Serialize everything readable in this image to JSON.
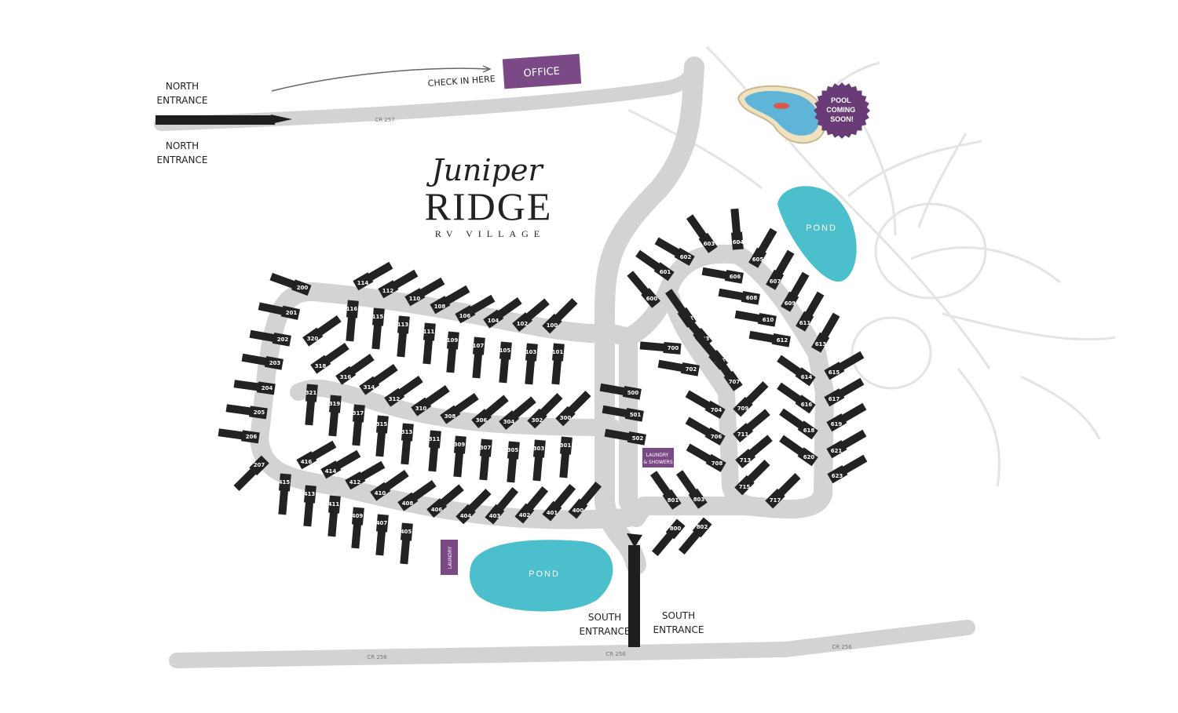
{
  "title": {
    "script": "Juniper",
    "main": "RIDGE",
    "sub": "RV VILLAGE"
  },
  "labels": {
    "north_entrance_1": [
      "NORTH",
      "ENTRANCE"
    ],
    "north_entrance_2": [
      "NORTH",
      "ENTRANCE"
    ],
    "south_entrance_1": [
      "SOUTH",
      "ENTRANCE"
    ],
    "south_entrance_2": [
      "SOUTH",
      "ENTRANCE"
    ],
    "check_in": "CHECK IN HERE",
    "office": "OFFICE",
    "pool_badge": [
      "POOL",
      "COMING",
      "SOON!"
    ],
    "pond_north": "POND",
    "pond_south": "POND",
    "laundry_showers": [
      "LAUNDRY",
      "& SHOWERS"
    ],
    "laundry": "LAUNDRY",
    "road_cr257": "CR 257",
    "road_cr256_a": "CR 256",
    "road_cr256_b": "CR 256",
    "road_cr256_c": "CR 256"
  },
  "colors": {
    "road": "#d3d3d3",
    "site": "#222222",
    "purple": "#7b4a86",
    "pond": "#4bbfcc",
    "badge": "#6a3c77",
    "text": "#222222",
    "olive": "#e6e6e6"
  },
  "sites": [
    {
      "n": "200"
    },
    {
      "n": "201"
    },
    {
      "n": "202"
    },
    {
      "n": "203"
    },
    {
      "n": "204"
    },
    {
      "n": "205"
    },
    {
      "n": "206"
    },
    {
      "n": "207"
    },
    {
      "n": "114"
    },
    {
      "n": "112"
    },
    {
      "n": "110"
    },
    {
      "n": "108"
    },
    {
      "n": "106"
    },
    {
      "n": "104"
    },
    {
      "n": "102"
    },
    {
      "n": "100"
    },
    {
      "n": "116"
    },
    {
      "n": "115"
    },
    {
      "n": "113"
    },
    {
      "n": "111"
    },
    {
      "n": "109"
    },
    {
      "n": "107"
    },
    {
      "n": "105"
    },
    {
      "n": "103"
    },
    {
      "n": "101"
    },
    {
      "n": "320"
    },
    {
      "n": "318"
    },
    {
      "n": "316"
    },
    {
      "n": "314"
    },
    {
      "n": "312"
    },
    {
      "n": "310"
    },
    {
      "n": "308"
    },
    {
      "n": "306"
    },
    {
      "n": "304"
    },
    {
      "n": "302"
    },
    {
      "n": "300"
    },
    {
      "n": "321"
    },
    {
      "n": "319"
    },
    {
      "n": "317"
    },
    {
      "n": "315"
    },
    {
      "n": "313"
    },
    {
      "n": "311"
    },
    {
      "n": "309"
    },
    {
      "n": "307"
    },
    {
      "n": "305"
    },
    {
      "n": "303"
    },
    {
      "n": "301"
    },
    {
      "n": "416"
    },
    {
      "n": "414"
    },
    {
      "n": "412"
    },
    {
      "n": "410"
    },
    {
      "n": "408"
    },
    {
      "n": "406"
    },
    {
      "n": "404"
    },
    {
      "n": "403"
    },
    {
      "n": "402"
    },
    {
      "n": "401"
    },
    {
      "n": "400"
    },
    {
      "n": "415"
    },
    {
      "n": "413"
    },
    {
      "n": "411"
    },
    {
      "n": "409"
    },
    {
      "n": "407"
    },
    {
      "n": "405"
    },
    {
      "n": "500"
    },
    {
      "n": "501"
    },
    {
      "n": "502"
    },
    {
      "n": "600"
    },
    {
      "n": "601"
    },
    {
      "n": "602"
    },
    {
      "n": "603"
    },
    {
      "n": "604"
    },
    {
      "n": "605"
    },
    {
      "n": "606"
    },
    {
      "n": "607"
    },
    {
      "n": "608"
    },
    {
      "n": "609"
    },
    {
      "n": "610"
    },
    {
      "n": "611"
    },
    {
      "n": "612"
    },
    {
      "n": "613"
    },
    {
      "n": "614"
    },
    {
      "n": "615"
    },
    {
      "n": "616"
    },
    {
      "n": "617"
    },
    {
      "n": "618"
    },
    {
      "n": "619"
    },
    {
      "n": "620"
    },
    {
      "n": "621"
    },
    {
      "n": "623"
    },
    {
      "n": "700"
    },
    {
      "n": "701"
    },
    {
      "n": "702"
    },
    {
      "n": "703"
    },
    {
      "n": "704"
    },
    {
      "n": "705"
    },
    {
      "n": "706"
    },
    {
      "n": "707"
    },
    {
      "n": "708"
    },
    {
      "n": "709"
    },
    {
      "n": "711"
    },
    {
      "n": "713"
    },
    {
      "n": "715"
    },
    {
      "n": "717"
    },
    {
      "n": "800"
    },
    {
      "n": "801"
    },
    {
      "n": "802"
    },
    {
      "n": "803"
    }
  ]
}
